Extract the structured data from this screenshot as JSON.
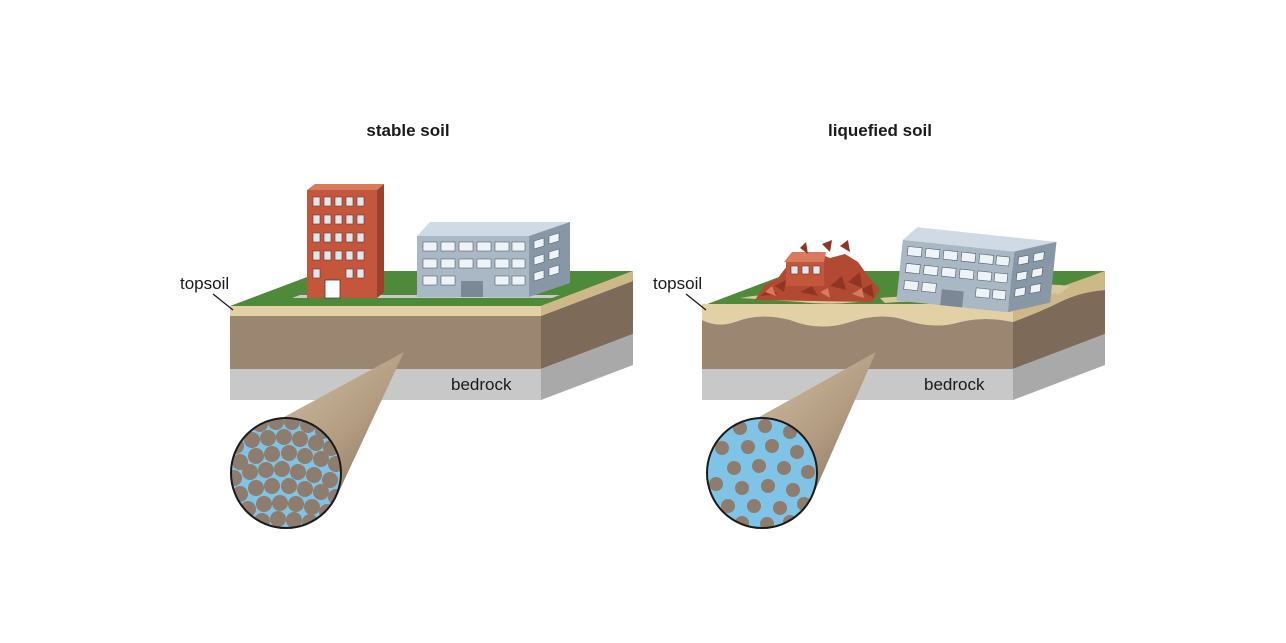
{
  "panels": [
    {
      "title": "stable soil",
      "topsoil_label": "topsoil",
      "bedrock_label": "bedrock",
      "soil_state": "stable",
      "building_left_state": "standing",
      "building_right_state": "standing"
    },
    {
      "title": "liquefied soil",
      "topsoil_label": "topsoil",
      "bedrock_label": "bedrock",
      "soil_state": "liquefied",
      "building_left_state": "collapsed",
      "building_right_state": "tilted"
    }
  ],
  "colors": {
    "grass": "#4f8a3a",
    "topsoil": "#e3d1a6",
    "soil_front": "#9b8672",
    "soil_side": "#7d6a59",
    "bedrock_front": "#c8c8c8",
    "bedrock_side": "#a9a9a9",
    "brick": "#c4563c",
    "office": "#aab7c4",
    "water": "#7fc3e6",
    "grain": "#8e7d6e"
  },
  "icons": [
    "brick-building-icon",
    "office-building-icon",
    "rubble-icon",
    "soil-magnifier-icon"
  ]
}
